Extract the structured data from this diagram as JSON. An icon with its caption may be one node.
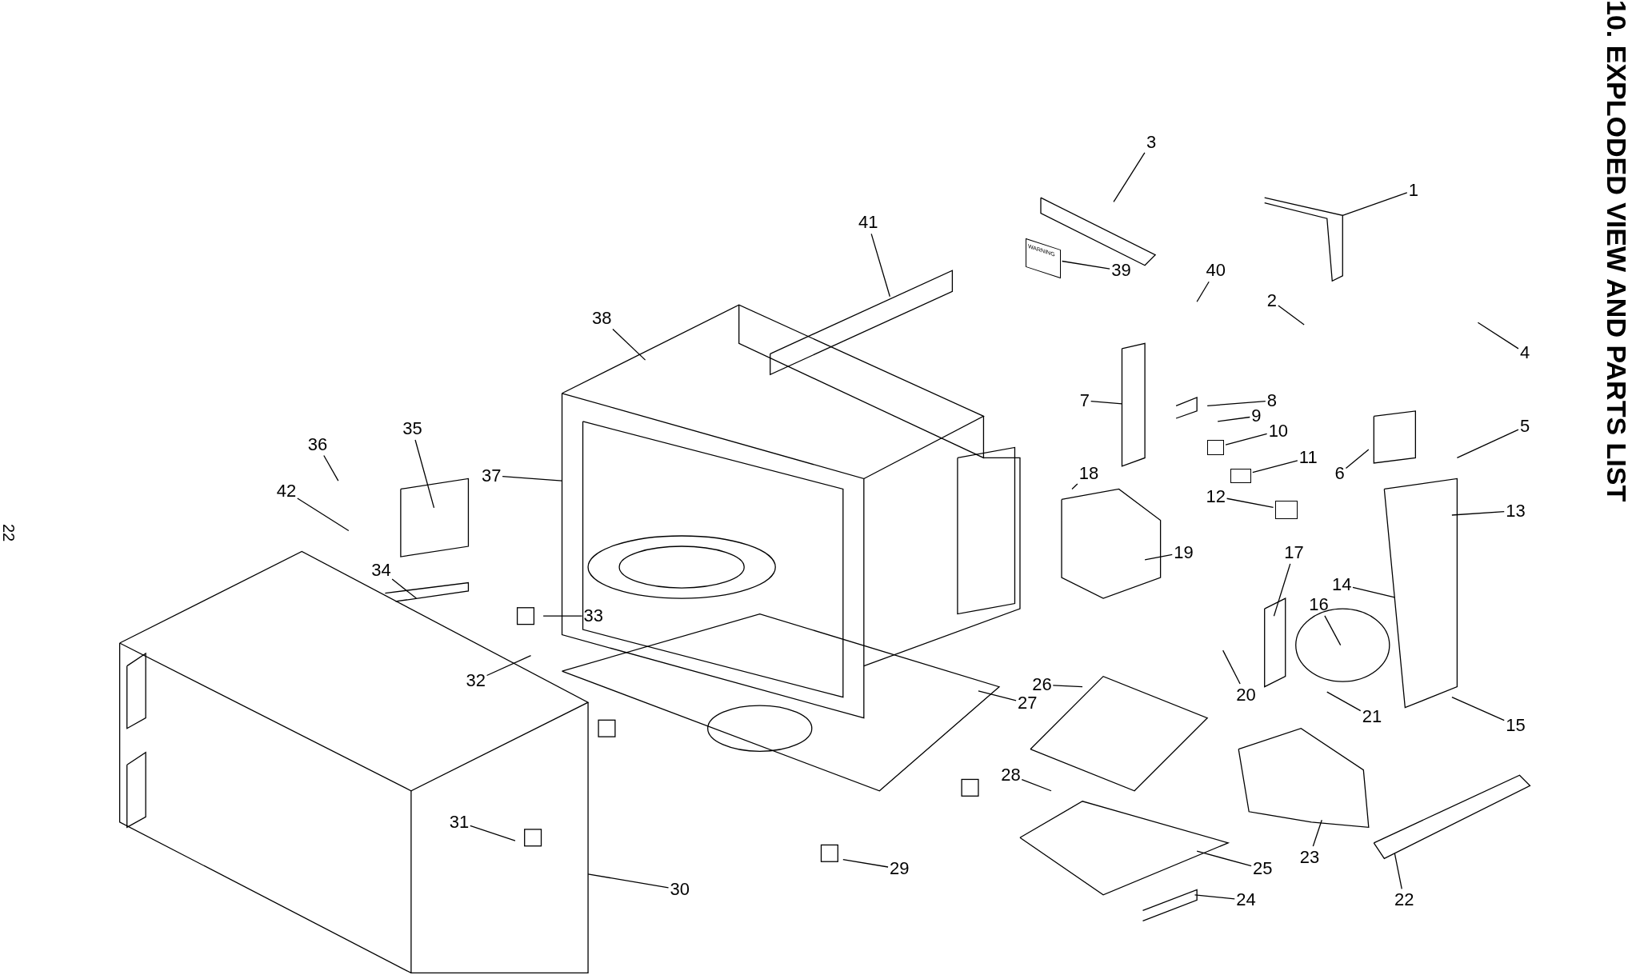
{
  "diagram": {
    "title": "10. EXPLODED VIEW AND PARTS LIST",
    "nodes": [
      {
        "text": [
          "1"
        ]
      },
      {
        "text": [
          "2"
        ]
      },
      {
        "text": [
          "3"
        ]
      },
      {
        "text": [
          "4"
        ]
      },
      {
        "text": [
          "5"
        ]
      },
      {
        "text": [
          "6"
        ]
      },
      {
        "text": [
          "7"
        ]
      },
      {
        "text": [
          "8"
        ]
      },
      {
        "text": [
          "9"
        ]
      },
      {
        "text": [
          "10"
        ]
      },
      {
        "text": [
          "11"
        ]
      },
      {
        "text": [
          "12"
        ]
      },
      {
        "text": [
          "13"
        ]
      },
      {
        "text": [
          "14"
        ]
      },
      {
        "text": [
          "15"
        ]
      },
      {
        "text": [
          "16"
        ]
      },
      {
        "text": [
          "17"
        ]
      },
      {
        "text": [
          "18"
        ]
      },
      {
        "text": [
          "19"
        ]
      },
      {
        "text": [
          "20"
        ]
      },
      {
        "text": [
          "21"
        ]
      },
      {
        "text": [
          "22"
        ]
      },
      {
        "text": [
          "23"
        ]
      },
      {
        "text": [
          "24"
        ]
      },
      {
        "text": [
          "25"
        ]
      },
      {
        "text": [
          "26"
        ]
      },
      {
        "text": [
          "27"
        ]
      },
      {
        "text": [
          "28"
        ]
      },
      {
        "text": [
          "29"
        ]
      },
      {
        "text": [
          "30"
        ]
      },
      {
        "text": [
          "31"
        ]
      },
      {
        "text": [
          "32"
        ]
      },
      {
        "text": [
          "33"
        ]
      },
      {
        "text": [
          "34"
        ]
      },
      {
        "text": [
          "35"
        ]
      },
      {
        "text": [
          "36"
        ]
      },
      {
        "text": [
          "37"
        ]
      },
      {
        "text": [
          "38"
        ]
      },
      {
        "text": [
          "39"
        ]
      },
      {
        "text": [
          "40"
        ]
      },
      {
        "text": [
          "41"
        ]
      },
      {
        "text": [
          "42"
        ]
      },
      {
        "text": [
          "WARNING"
        ]
      },
      {
        "text": [],
        "shape": "box"
      },
      {
        "text": [],
        "shape": "box"
      },
      {
        "text": [],
        "shape": "box"
      }
    ],
    "edges": [
      {
        "from": 0,
        "to": null,
        "arrow": "none"
      },
      {
        "from": 1,
        "to": null,
        "arrow": "none"
      },
      {
        "from": 2,
        "to": null,
        "arrow": "none"
      },
      {
        "from": 3,
        "to": null,
        "arrow": "none"
      },
      {
        "from": 4,
        "to": null,
        "arrow": "none"
      },
      {
        "from": 5,
        "to": null,
        "arrow": "none"
      },
      {
        "from": 6,
        "to": null,
        "arrow": "none"
      },
      {
        "from": 7,
        "to": null,
        "arrow": "none"
      },
      {
        "from": 8,
        "to": null,
        "arrow": "none"
      },
      {
        "from": 9,
        "to": 43,
        "arrow": "none"
      },
      {
        "from": 10,
        "to": 44,
        "arrow": "none"
      },
      {
        "from": 11,
        "to": 45,
        "arrow": "none"
      },
      {
        "from": 12,
        "to": null,
        "arrow": "none"
      },
      {
        "from": 13,
        "to": null,
        "arrow": "none"
      },
      {
        "from": 14,
        "to": null,
        "arrow": "none"
      },
      {
        "from": 15,
        "to": null,
        "arrow": "none"
      },
      {
        "from": 16,
        "to": null,
        "arrow": "none"
      },
      {
        "from": 17,
        "to": null,
        "arrow": "none"
      },
      {
        "from": 18,
        "to": null,
        "arrow": "none"
      },
      {
        "from": 19,
        "to": null,
        "arrow": "none"
      },
      {
        "from": 20,
        "to": null,
        "arrow": "none"
      },
      {
        "from": 21,
        "to": null,
        "arrow": "none"
      },
      {
        "from": 22,
        "to": null,
        "arrow": "none"
      },
      {
        "from": 23,
        "to": null,
        "arrow": "none"
      },
      {
        "from": 24,
        "to": null,
        "arrow": "none"
      },
      {
        "from": 25,
        "to": null,
        "arrow": "none"
      },
      {
        "from": 26,
        "to": null,
        "arrow": "none"
      },
      {
        "from": 27,
        "to": null,
        "arrow": "none"
      },
      {
        "from": 28,
        "to": null,
        "arrow": "none"
      },
      {
        "from": 29,
        "to": null,
        "arrow": "none"
      },
      {
        "from": 30,
        "to": null,
        "arrow": "none"
      },
      {
        "from": 31,
        "to": null,
        "arrow": "none"
      },
      {
        "from": 32,
        "to": null,
        "arrow": "none"
      },
      {
        "from": 33,
        "to": null,
        "arrow": "none"
      },
      {
        "from": 34,
        "to": null,
        "arrow": "none"
      },
      {
        "from": 35,
        "to": null,
        "arrow": "none"
      },
      {
        "from": 36,
        "to": null,
        "arrow": "none"
      },
      {
        "from": 37,
        "to": null,
        "arrow": "none"
      },
      {
        "from": 38,
        "to": 42,
        "arrow": "none"
      },
      {
        "from": 39,
        "to": null,
        "arrow": "none"
      },
      {
        "from": 40,
        "to": null,
        "arrow": "none"
      },
      {
        "from": 41,
        "to": null,
        "arrow": "none"
      }
    ],
    "labels": [
      "22"
    ]
  }
}
